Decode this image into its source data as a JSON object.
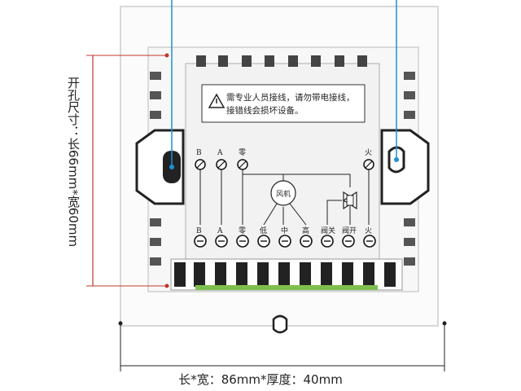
{
  "labels": {
    "hole_size": "开孔尺寸：长66mm*宽60mm",
    "dimensions": "长*宽：86mm*厚度：40mm"
  },
  "warning": {
    "line1": "需专业人员接线，请勿带电接线，",
    "line2": "接错线会损坏设备。"
  },
  "top_terminals": [
    "B",
    "A",
    "零",
    "火"
  ],
  "bottom_terminals": [
    "B",
    "A",
    "零",
    "低",
    "中",
    "高",
    "阀关",
    "阀开",
    "火"
  ],
  "fan_label": "风机",
  "colors": {
    "guide_line": "#1e8fd6",
    "dimension_line": "#c0392b",
    "panel": "#ffffff",
    "terminal": "#111111"
  }
}
